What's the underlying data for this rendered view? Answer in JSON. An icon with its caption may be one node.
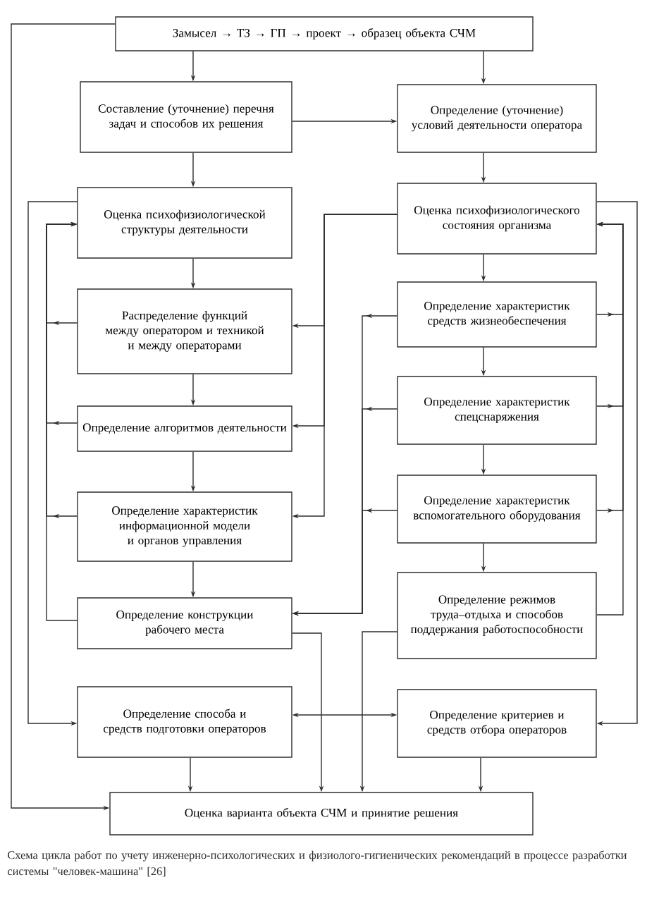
{
  "diagram": {
    "nodes": [
      {
        "text": [
          "Замысел → ТЗ → ГП → проект → образец объекта СЧМ"
        ]
      },
      {
        "text": [
          "Составление (уточнение) перечня задач и способов их решения"
        ]
      },
      {
        "text": [
          "Определение (уточнение) условий деятельности оператора"
        ]
      },
      {
        "text": [
          "Оценка психофизиологической структуры деятельности"
        ]
      },
      {
        "text": [
          "Оценка психофизиологического состояния организма"
        ]
      },
      {
        "text": [
          "Распределение функций между оператором и техникой и между операторами"
        ]
      },
      {
        "text": [
          "Определение характеристик средств жизнеобеспечения"
        ]
      },
      {
        "text": [
          "Определение алгоритмов деятельности"
        ]
      },
      {
        "text": [
          "Определение характеристик спецснаряжения"
        ]
      },
      {
        "text": [
          "Определение характеристик информационной модели и органов управления"
        ]
      },
      {
        "text": [
          "Определение характеристик вспомогательного оборудования"
        ]
      },
      {
        "text": [
          "Определение конструкции рабочего места"
        ]
      },
      {
        "text": [
          "Определение режимов труда–отдыха и способов поддержания работоспособности"
        ]
      },
      {
        "text": [
          "Определение способа и средств подготовки операторов"
        ]
      },
      {
        "text": [
          "Определение критериев и средств отбора операторов"
        ]
      },
      {
        "text": [
          "Оценка варианта объекта СЧМ и принятие решения"
        ]
      }
    ],
    "edges": [
      {
        "from": 0,
        "to": 1,
        "arrow": "to"
      },
      {
        "from": 0,
        "to": 2,
        "arrow": "to"
      },
      {
        "from": 1,
        "to": 2,
        "arrow": "to"
      },
      {
        "from": 1,
        "to": 3,
        "arrow": "to"
      },
      {
        "from": 2,
        "to": 4,
        "arrow": "to"
      },
      {
        "from": 3,
        "to": 5,
        "arrow": "to"
      },
      {
        "from": 4,
        "to": 6,
        "arrow": "to"
      },
      {
        "from": 5,
        "to": 7,
        "arrow": "to"
      },
      {
        "from": 6,
        "to": 8,
        "arrow": "to"
      },
      {
        "from": 7,
        "to": 9,
        "arrow": "to"
      },
      {
        "from": 8,
        "to": 10,
        "arrow": "to"
      },
      {
        "from": 9,
        "to": 11,
        "arrow": "to"
      },
      {
        "from": 10,
        "to": 12,
        "arrow": "to"
      },
      {
        "from": 0,
        "to": 15,
        "arrow": "to"
      },
      {
        "from": 3,
        "to": 13,
        "arrow": "to"
      },
      {
        "from": 4,
        "to": 14,
        "arrow": "to"
      },
      {
        "from": 5,
        "to": 3,
        "arrow": "to"
      },
      {
        "from": 7,
        "to": 3,
        "arrow": "to"
      },
      {
        "from": 9,
        "to": 3,
        "arrow": "to"
      },
      {
        "from": 11,
        "to": 3,
        "arrow": "to"
      },
      {
        "from": 6,
        "to": 4,
        "arrow": "to"
      },
      {
        "from": 8,
        "to": 4,
        "arrow": "to"
      },
      {
        "from": 10,
        "to": 4,
        "arrow": "to"
      },
      {
        "from": 12,
        "to": 4,
        "arrow": "to"
      },
      {
        "from": 4,
        "to": 5,
        "arrow": "to"
      },
      {
        "from": 4,
        "to": 7,
        "arrow": "to"
      },
      {
        "from": 4,
        "to": 9,
        "arrow": "to"
      },
      {
        "from": 6,
        "to": 11,
        "arrow": "to"
      },
      {
        "from": 8,
        "to": 11,
        "arrow": "to"
      },
      {
        "from": 10,
        "to": 11,
        "arrow": "to"
      },
      {
        "from": 11,
        "to": 15,
        "arrow": "to"
      },
      {
        "from": 12,
        "to": 15,
        "arrow": "to"
      },
      {
        "from": 13,
        "to": 15,
        "arrow": "to"
      },
      {
        "from": 14,
        "to": 15,
        "arrow": "to"
      },
      {
        "from": 13,
        "to": 14,
        "arrow": "both"
      }
    ],
    "caption": "Схема цикла работ по учету инженерно-психологических и физиолого-гигиенических рекомендаций в процессе разработки системы \"человек-машина\" [26]"
  }
}
